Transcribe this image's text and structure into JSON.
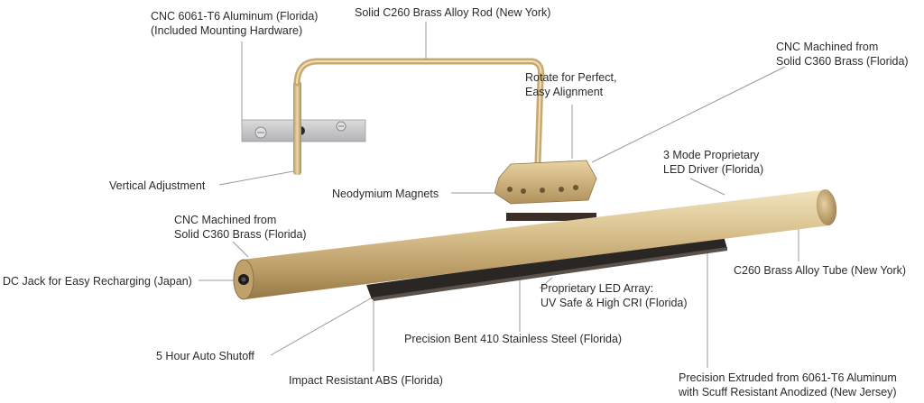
{
  "callouts": {
    "mount_plate": {
      "line1": "CNC 6061-T6 Aluminum (Florida)",
      "line2": "(Included Mounting Hardware)"
    },
    "brass_rod": {
      "line1": "Solid C260 Brass Alloy Rod (New York)"
    },
    "cnc_top": {
      "line1": "CNC Machined from",
      "line2": "Solid C360 Brass (Florida)"
    },
    "rotate": {
      "line1": "Rotate for Perfect,",
      "line2": "Easy Alignment"
    },
    "led_driver": {
      "line1": "3 Mode Proprietary",
      "line2": "LED Driver (Florida)"
    },
    "vertical": {
      "line1": "Vertical Adjustment"
    },
    "magnets": {
      "line1": "Neodymium Magnets"
    },
    "cnc_left": {
      "line1": "CNC Machined from",
      "line2": "Solid C360 Brass (Florida)"
    },
    "dc_jack": {
      "line1": "DC Jack for Easy Recharging (Japan)"
    },
    "tube": {
      "line1": "C260 Brass Alloy Tube (New York)"
    },
    "led_array": {
      "line1": "Proprietary LED Array:",
      "line2": "UV Safe & High CRI (Florida)"
    },
    "steel": {
      "line1": "Precision Bent 410 Stainless Steel (Florida)"
    },
    "shutoff": {
      "line1": "5 Hour Auto Shutoff"
    },
    "abs": {
      "line1": "Impact Resistant ABS (Florida)"
    },
    "extruded": {
      "line1": "Precision Extruded from 6061-T6 Aluminum",
      "line2": "with Scuff Resistant Anodized (New Jersey)"
    }
  },
  "colors": {
    "brass_light": "#e9d7a8",
    "brass_mid": "#cdb07a",
    "brass_dark": "#a58652",
    "aluminum": "#c9c9cb",
    "shade_black": "#2a2624",
    "leader": "#9a9a9a"
  }
}
